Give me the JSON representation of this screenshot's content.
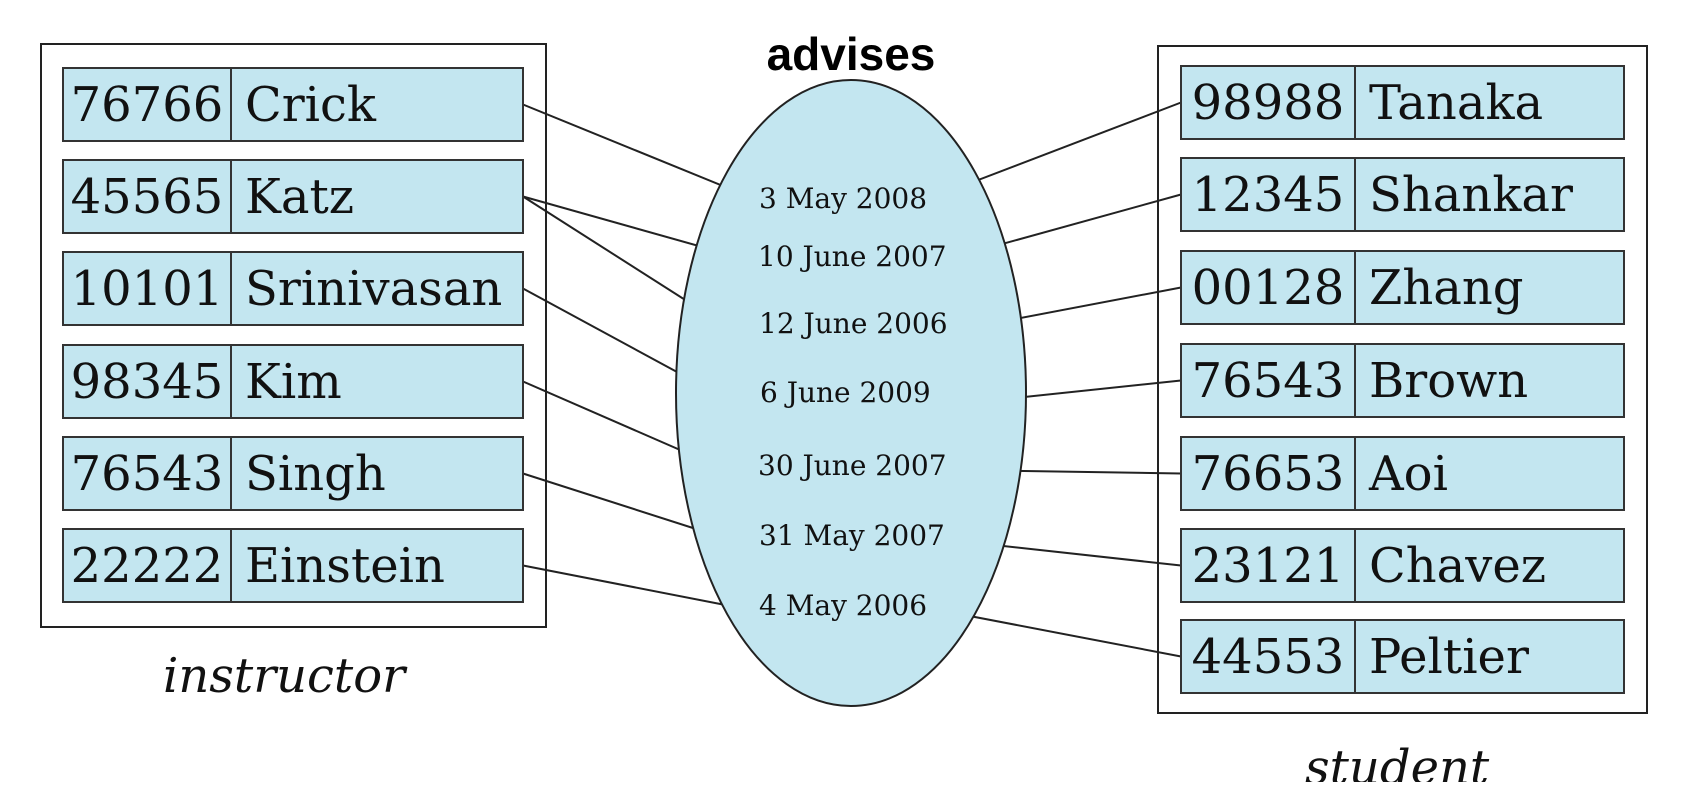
{
  "relationship": {
    "title": "advises",
    "dates": [
      "3 May 2008",
      "10 June 2007",
      "12 June 2006",
      "6 June 2009",
      "30 June 2007",
      "31 May 2007",
      "4 May 2006"
    ]
  },
  "instructor": {
    "caption": "instructor",
    "rows": [
      {
        "id": "76766",
        "name": "Crick"
      },
      {
        "id": "45565",
        "name": "Katz"
      },
      {
        "id": "10101",
        "name": "Srinivasan"
      },
      {
        "id": "98345",
        "name": "Kim"
      },
      {
        "id": "76543",
        "name": "Singh"
      },
      {
        "id": "22222",
        "name": "Einstein"
      }
    ]
  },
  "student": {
    "caption": "student",
    "rows": [
      {
        "id": "98988",
        "name": "Tanaka"
      },
      {
        "id": "12345",
        "name": "Shankar"
      },
      {
        "id": "00128",
        "name": "Zhang"
      },
      {
        "id": "76543",
        "name": "Brown"
      },
      {
        "id": "76653",
        "name": "Aoi"
      },
      {
        "id": "23121",
        "name": "Chavez"
      },
      {
        "id": "44553",
        "name": "Peltier"
      }
    ]
  },
  "links": [
    {
      "instructor": 0,
      "date": 0,
      "student": 0
    },
    {
      "instructor": 1,
      "date": 1,
      "student": 1
    },
    {
      "instructor": 1,
      "date": 2,
      "student": 2
    },
    {
      "instructor": 2,
      "date": 3,
      "student": 3
    },
    {
      "instructor": 3,
      "date": 4,
      "student": 4
    },
    {
      "instructor": 4,
      "date": 5,
      "student": 5
    },
    {
      "instructor": 5,
      "date": 6,
      "student": 6
    }
  ],
  "colors": {
    "fill": "#c3e6f0",
    "stroke": "#222222"
  }
}
